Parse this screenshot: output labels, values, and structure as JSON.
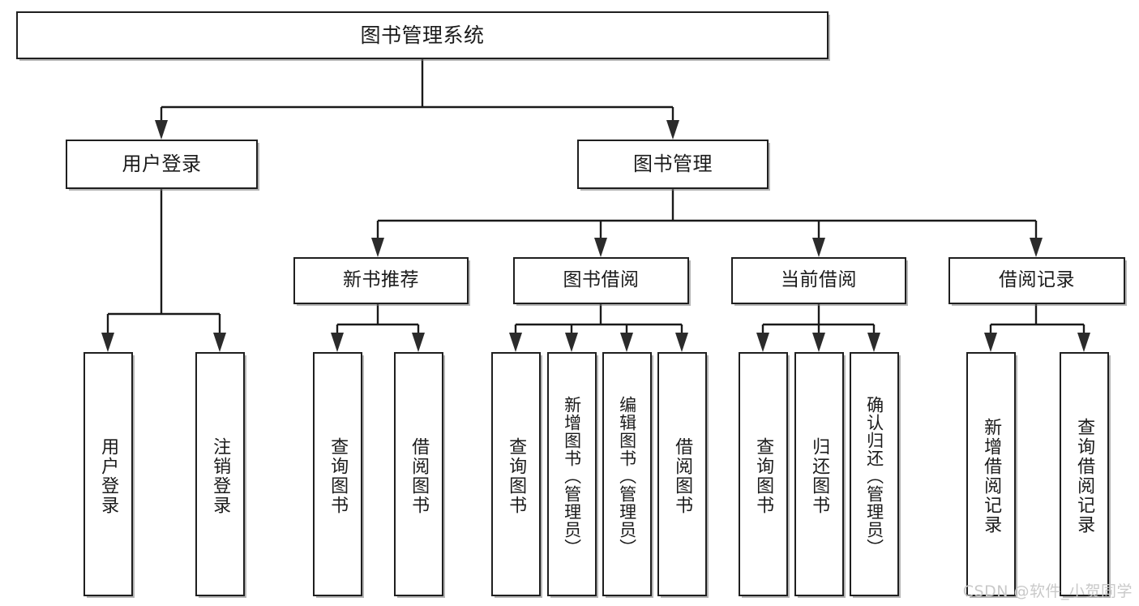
{
  "diagram": {
    "title": "图书管理系统",
    "type": "tree-hierarchy",
    "watermark": "CSDN @软件_小贺同学",
    "accent_color": "#1f1f1f",
    "background_color": "#ffffff"
  },
  "nodes": {
    "root": {
      "label": "图书管理系统"
    },
    "level2": [
      {
        "label": "用户登录"
      },
      {
        "label": "图书管理"
      }
    ],
    "level3": [
      {
        "label": "新书推荐"
      },
      {
        "label": "图书借阅"
      },
      {
        "label": "当前借阅"
      },
      {
        "label": "借阅记录"
      }
    ],
    "leaves": {
      "user_login": [
        {
          "label": "用户登录"
        },
        {
          "label": "注销登录"
        }
      ],
      "new_book_recommend": [
        {
          "label": "查询图书"
        },
        {
          "label": "借阅图书"
        }
      ],
      "book_borrow": [
        {
          "label": "查询图书"
        },
        {
          "label": "新增图书（管理员）"
        },
        {
          "label": "编辑图书（管理员）"
        },
        {
          "label": "借阅图书"
        }
      ],
      "current_borrow": [
        {
          "label": "查询图书"
        },
        {
          "label": "归还图书"
        },
        {
          "label": "确认归还（管理员）"
        }
      ],
      "borrow_record": [
        {
          "label": "新增借阅记录"
        },
        {
          "label": "查询借阅记录"
        }
      ]
    }
  }
}
